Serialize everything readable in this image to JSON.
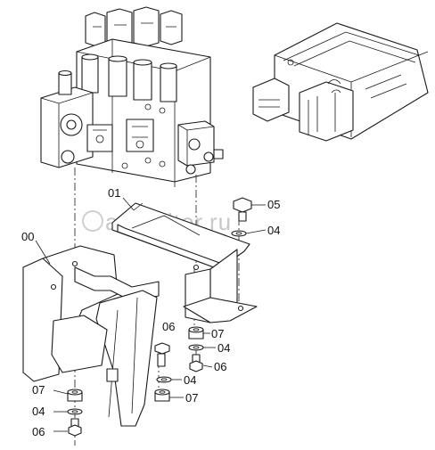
{
  "watermark": "autopiter.ru",
  "callouts": {
    "c00": "00",
    "c01": "01",
    "c05": "05",
    "c04a": "04",
    "c06a": "06",
    "c07a": "07",
    "c04b": "04",
    "c06b": "06",
    "c04c": "04",
    "c07b": "07",
    "c07c": "07",
    "c04d": "04",
    "c06c": "06"
  },
  "colors": {
    "line": "#1a1a1a",
    "watermark": "#c8c8c8"
  }
}
